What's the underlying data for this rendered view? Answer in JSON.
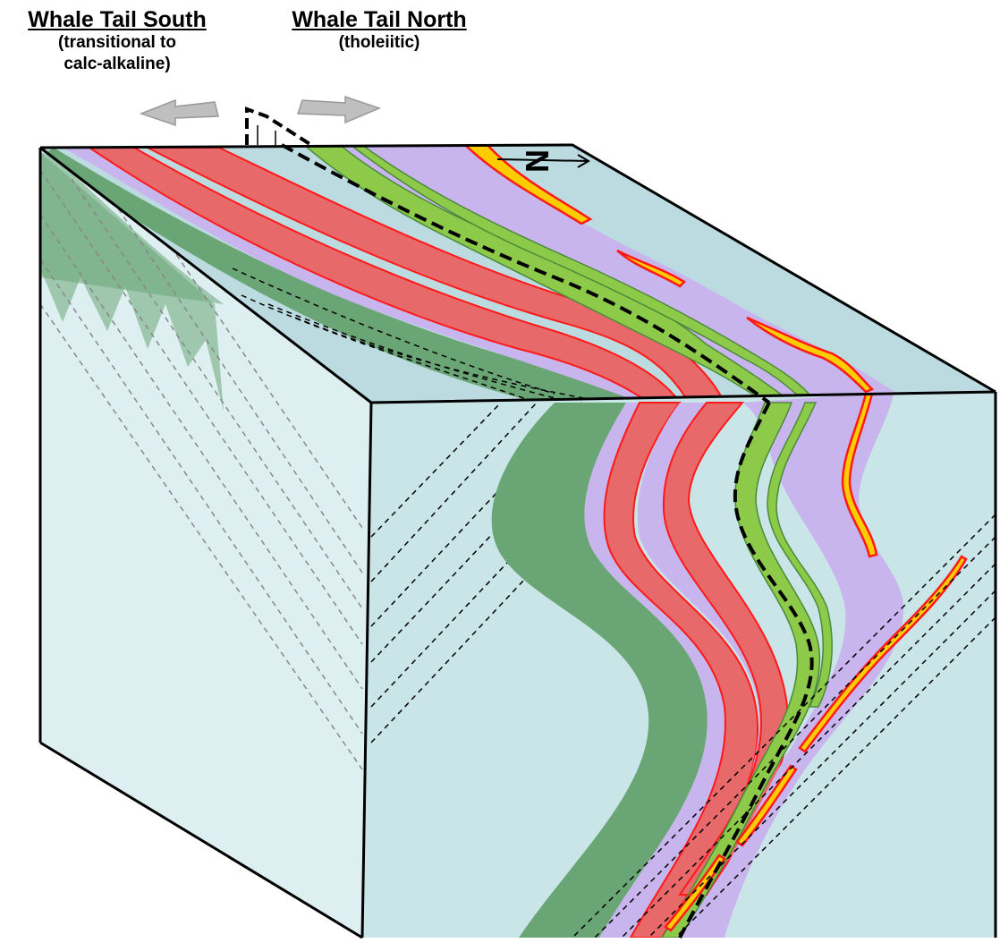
{
  "labels": {
    "south": {
      "title": "Whale Tail South",
      "line1": "(transitional to",
      "line2": "calc-alkaline)"
    },
    "north": {
      "title": "Whale Tail North",
      "line1": "(tholeiitic)"
    }
  },
  "north_arrow": {
    "letter": "N"
  },
  "colors": {
    "top_face": "#bcdbe0",
    "left_face": "#deeff1",
    "front_face": "#c9e5e7",
    "dark_green": "#6aa576",
    "light_green": "#8dca4a",
    "lavender": "#c9b5ee",
    "red_fill": "#e8696a",
    "red_outline": "#ff1a1a",
    "yellow": "#ffcc00",
    "arrow_grey": "#bfbfbf",
    "fault_line": "#000000"
  }
}
